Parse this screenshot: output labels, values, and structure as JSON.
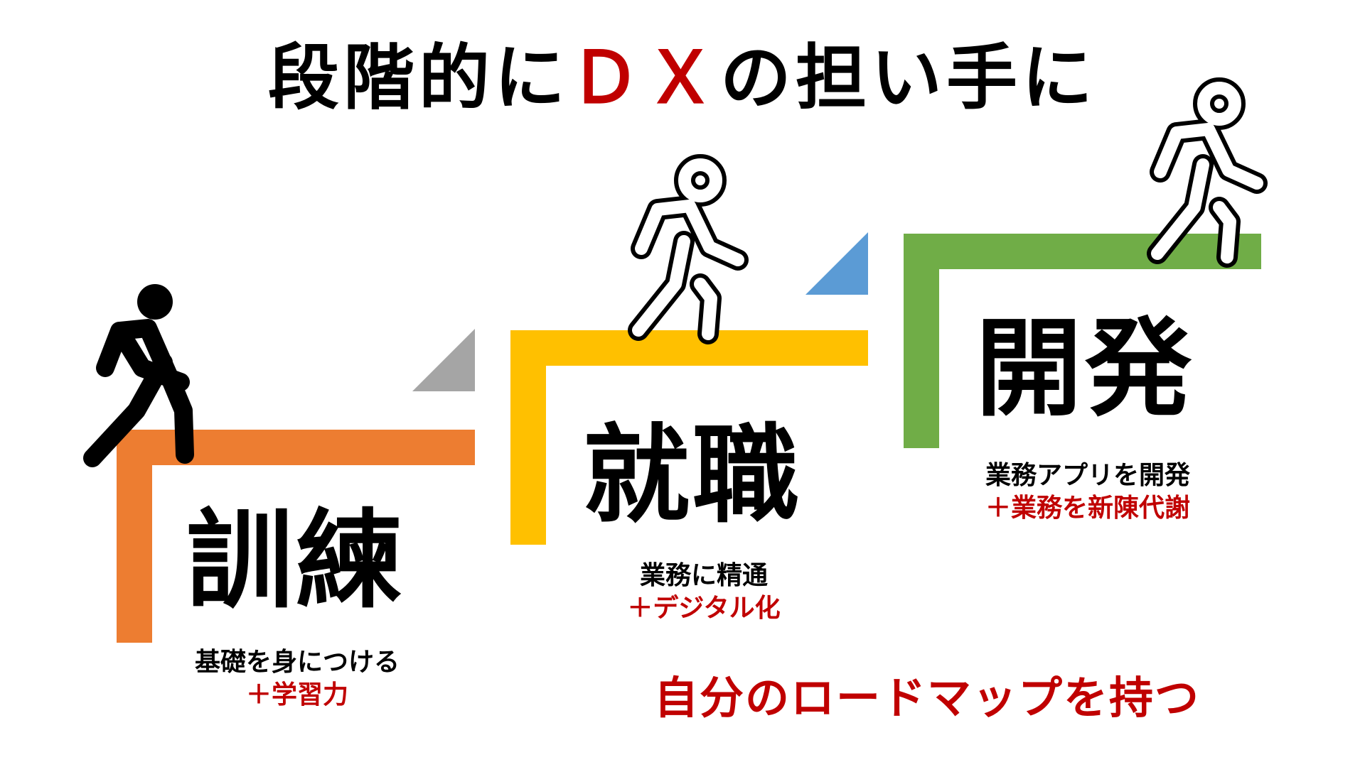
{
  "title": {
    "prefix": "段階的に",
    "accent": "ＤＸ",
    "suffix": "の担い手に"
  },
  "colors": {
    "training": "#ed7d31",
    "employment": "#ffc000",
    "development": "#70ad47",
    "arrow_1": "#a5a5a5",
    "arrow_2": "#5b9bd5",
    "accent": "#c00000"
  },
  "steps": [
    {
      "label": "訓練",
      "line1": "基礎を身につける",
      "line2": "＋学習力",
      "figure_icon": "walking-person-black"
    },
    {
      "label": "就職",
      "line1": "業務に精通",
      "line2": "＋デジタル化",
      "figure_icon": "walking-person-outline"
    },
    {
      "label": "開発",
      "line1": "業務アプリを開発",
      "line2": "＋業務を新陳代謝",
      "figure_icon": "walking-person-outline"
    }
  ],
  "roadmap": "自分のロードマップを持つ"
}
